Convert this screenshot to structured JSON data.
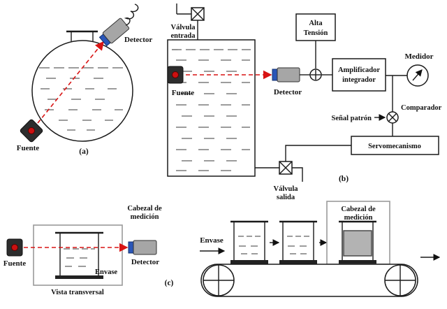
{
  "colors": {
    "beam_red": "#d81414",
    "source_body": "#2d2d2d",
    "source_dot": "#cc1111",
    "detector_body": "#a6a6a6",
    "detector_cap": "#2a56b8",
    "head_gray": "#b3b3b3",
    "frame_gray": "#9a9a9a"
  },
  "figure_a": {
    "fuente": "Fuente",
    "detector": "Detector",
    "caption": "(a)"
  },
  "figure_b": {
    "valvula_entrada_line1": "Válvula",
    "valvula_entrada_line2": "entrada",
    "fuente": "Fuente",
    "detector": "Detector",
    "alta_tension_line1": "Alta",
    "alta_tension_line2": "Tensión",
    "amplificador_line1": "Amplificador",
    "amplificador_line2": "integrador",
    "medidor": "Medidor",
    "comparador": "Comparador",
    "senal_patron": "Señal patrón",
    "servomecanismo": "Servomecanismo",
    "valvula_salida_line1": "Válvula",
    "valvula_salida_line2": "salida",
    "caption": "(b)"
  },
  "figure_c": {
    "cabezal_line1": "Cabezal de",
    "cabezal_line2": "medición",
    "fuente": "Fuente",
    "detector": "Detector",
    "envase": "Envase",
    "vista_transversal": "Vista transversal",
    "caption": "(c)",
    "belt_envase": "Envase",
    "belt_cabezal_line1": "Cabezal de",
    "belt_cabezal_line2": "medición"
  }
}
